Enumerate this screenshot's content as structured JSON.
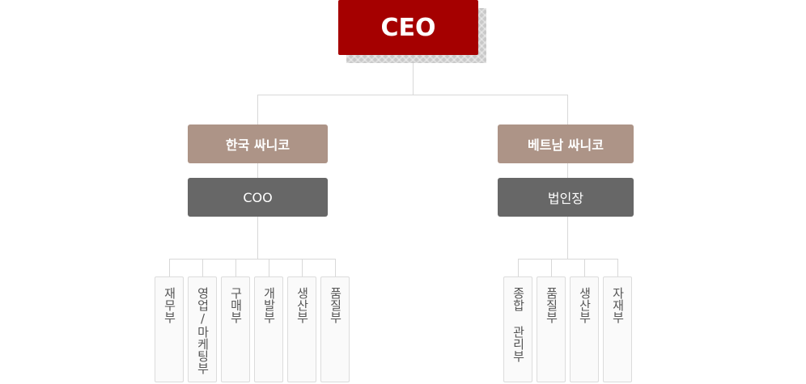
{
  "ceo": {
    "label": "CEO"
  },
  "branches": [
    {
      "company": "한국 싸니코",
      "head": "COO",
      "departments": [
        "재무부",
        "영업/마케팅부",
        "구매부",
        "개발부",
        "생산부",
        "품질부"
      ]
    },
    {
      "company": "베트남 싸니코",
      "head": "법인장",
      "departments": [
        "종합 관리부",
        "품질부",
        "생산부",
        "자재부"
      ]
    }
  ],
  "colors": {
    "ceo": "#a50000",
    "company": "#ad9487",
    "head": "#676767",
    "connector": "#d8d8d8",
    "department_bg": "#fafafa"
  }
}
